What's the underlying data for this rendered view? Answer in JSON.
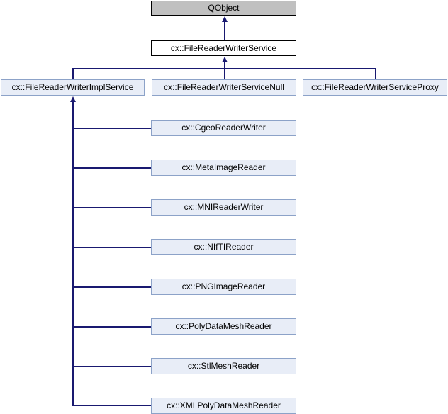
{
  "diagram": {
    "type": "class-inheritance-graph",
    "nodes": {
      "qobject": {
        "label": "QObject",
        "role": "external-base-class"
      },
      "service": {
        "label": "cx::FileReaderWriterService",
        "role": "current-class"
      },
      "impl": {
        "label": "cx::FileReaderWriterImplService",
        "role": "linked-subclass"
      },
      "null": {
        "label": "cx::FileReaderWriterServiceNull",
        "role": "linked-subclass"
      },
      "proxy": {
        "label": "cx::FileReaderWriterServiceProxy",
        "role": "linked-subclass"
      },
      "children": [
        "cx::CgeoReaderWriter",
        "cx::MetaImageReader",
        "cx::MNIReaderWriter",
        "cx::NIfTIReader",
        "cx::PNGImageReader",
        "cx::PolyDataMeshReader",
        "cx::StlMeshReader",
        "cx::XMLPolyDataMeshReader"
      ]
    },
    "edges": [
      {
        "from": "cx::FileReaderWriterService",
        "to": "QObject",
        "kind": "inheritance"
      },
      {
        "from": "cx::FileReaderWriterImplService",
        "to": "cx::FileReaderWriterService",
        "kind": "inheritance"
      },
      {
        "from": "cx::FileReaderWriterServiceNull",
        "to": "cx::FileReaderWriterService",
        "kind": "inheritance"
      },
      {
        "from": "cx::FileReaderWriterServiceProxy",
        "to": "cx::FileReaderWriterService",
        "kind": "inheritance"
      },
      {
        "from": "cx::CgeoReaderWriter",
        "to": "cx::FileReaderWriterImplService",
        "kind": "inheritance"
      },
      {
        "from": "cx::MetaImageReader",
        "to": "cx::FileReaderWriterImplService",
        "kind": "inheritance"
      },
      {
        "from": "cx::MNIReaderWriter",
        "to": "cx::FileReaderWriterImplService",
        "kind": "inheritance"
      },
      {
        "from": "cx::NIfTIReader",
        "to": "cx::FileReaderWriterImplService",
        "kind": "inheritance"
      },
      {
        "from": "cx::PNGImageReader",
        "to": "cx::FileReaderWriterImplService",
        "kind": "inheritance"
      },
      {
        "from": "cx::PolyDataMeshReader",
        "to": "cx::FileReaderWriterImplService",
        "kind": "inheritance"
      },
      {
        "from": "cx::StlMeshReader",
        "to": "cx::FileReaderWriterImplService",
        "kind": "inheritance"
      },
      {
        "from": "cx::XMLPolyDataMeshReader",
        "to": "cx::FileReaderWriterImplService",
        "kind": "inheritance"
      }
    ],
    "colors": {
      "edge": "#191970",
      "external_node_fill": "#C0C0C0",
      "external_node_border": "#000000",
      "current_node_fill": "#FFFFFF",
      "current_node_border": "#000000",
      "linked_node_fill": "#E8EDF7",
      "linked_node_border": "#8CA2C8",
      "text": "#000000",
      "background": "#FFFFFF"
    }
  }
}
